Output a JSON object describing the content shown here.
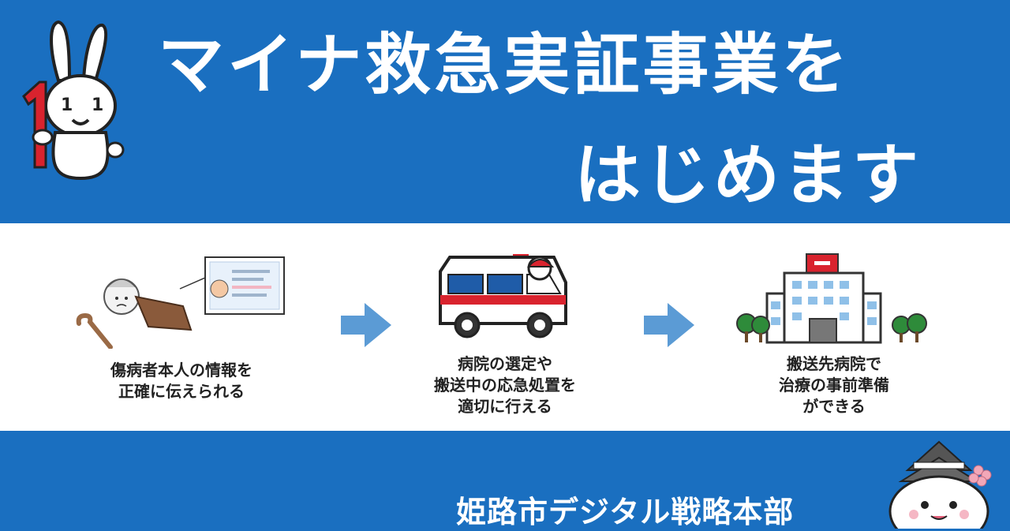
{
  "header": {
    "title_line1": "マイナ救急実証事業を",
    "title_line2": "はじめます"
  },
  "steps": [
    {
      "lines": [
        "傷病者本人の情報を",
        "正確に伝えられる"
      ],
      "icon": "patient-with-card-icon"
    },
    {
      "lines": [
        "病院の選定や",
        "搬送中の応急処置を",
        "適切に行える"
      ],
      "icon": "ambulance-icon"
    },
    {
      "lines": [
        "搬送先病院で",
        "治療の事前準備",
        "ができる"
      ],
      "icon": "hospital-icon"
    }
  ],
  "footer": {
    "organization": "姫路市デジタル戦略本部"
  },
  "colors": {
    "brand_blue": "#1a6fc0",
    "arrow_blue": "#5b9bd5",
    "ambulance_red": "#d9232e"
  }
}
